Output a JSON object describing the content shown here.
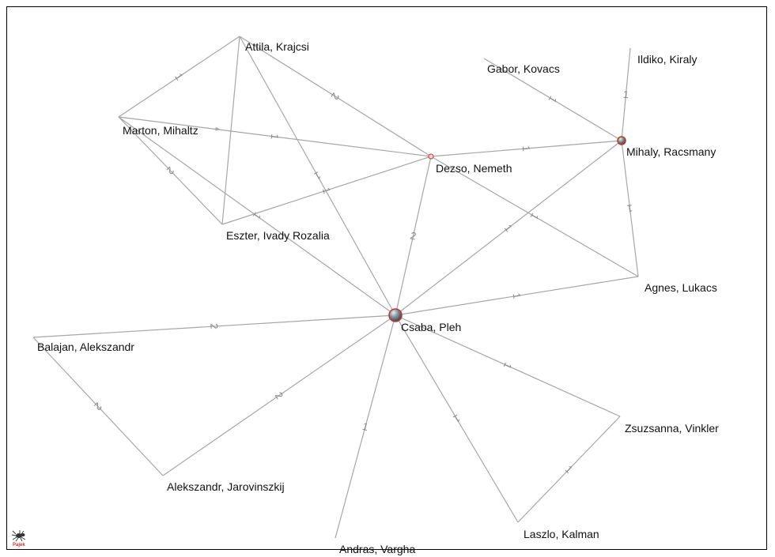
{
  "nodes": [
    {
      "id": "attila",
      "label": "Attila, Krajcsi",
      "size": 0
    },
    {
      "id": "marton",
      "label": "Marton, Mihaltz",
      "size": 0
    },
    {
      "id": "gabor",
      "label": "Gabor, Kovacs",
      "size": 0
    },
    {
      "id": "ildiko",
      "label": "Ildiko, Kiraly",
      "size": 0
    },
    {
      "id": "mihaly",
      "label": "Mihaly, Racsmany",
      "size": 2
    },
    {
      "id": "dezso",
      "label": "Dezso, Nemeth",
      "size": 1
    },
    {
      "id": "eszter",
      "label": "Eszter, Ivady Rozalia",
      "size": 0
    },
    {
      "id": "agnes",
      "label": "Agnes, Lukacs",
      "size": 0
    },
    {
      "id": "csaba",
      "label": "Csaba, Pleh",
      "size": 3
    },
    {
      "id": "balajan",
      "label": "Balajan, Alekszandr",
      "size": 0
    },
    {
      "id": "zsuzsanna",
      "label": "Zsuzsanna, Vinkler",
      "size": 0
    },
    {
      "id": "alekszandr",
      "label": "Alekszandr, Jarovinszkij",
      "size": 0
    },
    {
      "id": "laszlo",
      "label": "Laszlo, Kalman",
      "size": 0
    },
    {
      "id": "andras",
      "label": "Andras, Vargha",
      "size": 0
    }
  ],
  "edges": [
    {
      "from": "attila",
      "to": "marton",
      "label": "1"
    },
    {
      "from": "attila",
      "to": "dezso",
      "label": "2"
    },
    {
      "from": "attila",
      "to": "eszter",
      "label": ""
    },
    {
      "from": "attila",
      "to": "csaba",
      "label": "1"
    },
    {
      "from": "marton",
      "to": "dezso",
      "label": "1"
    },
    {
      "from": "marton",
      "to": "eszter",
      "label": "2"
    },
    {
      "from": "marton",
      "to": "csaba",
      "label": "1"
    },
    {
      "from": "eszter",
      "to": "dezso",
      "label": "1"
    },
    {
      "from": "gabor",
      "to": "mihaly",
      "label": "1"
    },
    {
      "from": "ildiko",
      "to": "mihaly",
      "label": "1"
    },
    {
      "from": "dezso",
      "to": "mihaly",
      "label": "1"
    },
    {
      "from": "mihaly",
      "to": "agnes",
      "label": "1"
    },
    {
      "from": "mihaly",
      "to": "csaba",
      "label": "1"
    },
    {
      "from": "dezso",
      "to": "agnes",
      "label": "1"
    },
    {
      "from": "dezso",
      "to": "csaba",
      "label": "2"
    },
    {
      "from": "agnes",
      "to": "csaba",
      "label": "1"
    },
    {
      "from": "csaba",
      "to": "balajan",
      "label": "2"
    },
    {
      "from": "balajan",
      "to": "alekszandr",
      "label": "2"
    },
    {
      "from": "alekszandr",
      "to": "csaba",
      "label": "2"
    },
    {
      "from": "csaba",
      "to": "zsuzsanna",
      "label": "1"
    },
    {
      "from": "csaba",
      "to": "laszlo",
      "label": "1"
    },
    {
      "from": "zsuzsanna",
      "to": "laszlo",
      "label": "1"
    },
    {
      "from": "csaba",
      "to": "andras",
      "label": "1"
    }
  ],
  "colors": {
    "edge": "#a6a6a6",
    "edge_label": "#888888",
    "node_fill": "#7f8c94",
    "node_ring": "#c0392b"
  },
  "logo": {
    "text": "Pajek",
    "icon": "spider-icon"
  }
}
